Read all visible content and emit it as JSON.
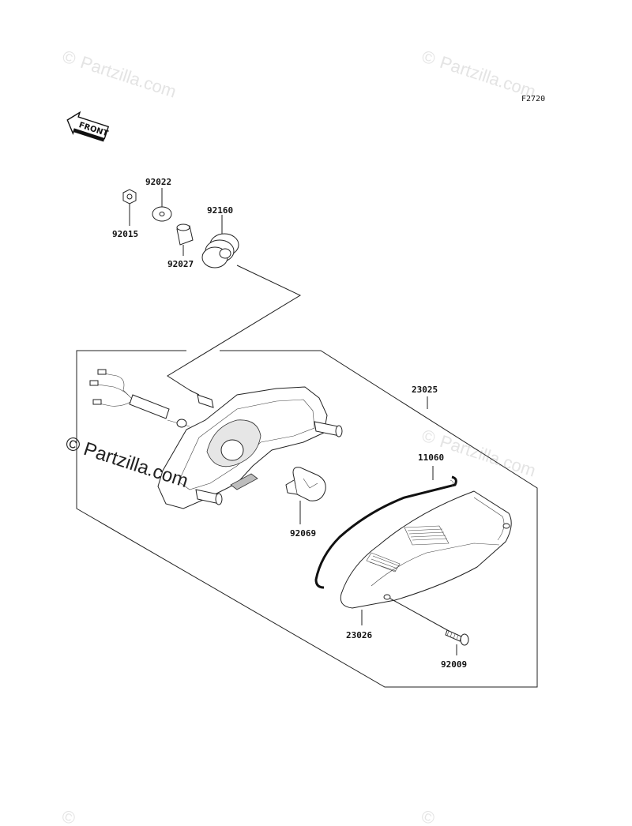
{
  "figure_code": "F2720",
  "front_label": "FRONT",
  "watermark": {
    "text": "Partzilla.com",
    "symbol": "©"
  },
  "parts": {
    "p92015": "92015",
    "p92022": "92022",
    "p92027": "92027",
    "p92160": "92160",
    "p23025": "23025",
    "p11060": "11060",
    "p92069": "92069",
    "p23026": "23026",
    "p92009": "92009"
  }
}
